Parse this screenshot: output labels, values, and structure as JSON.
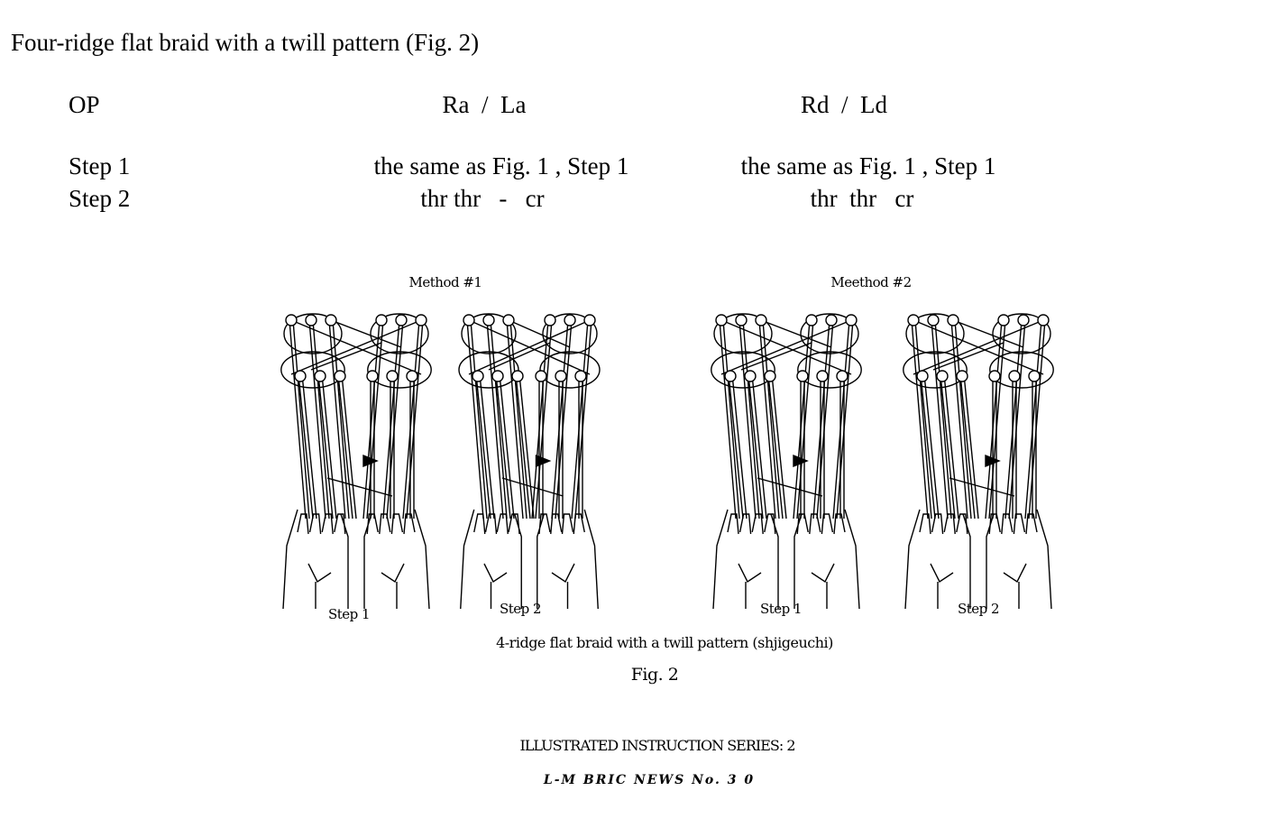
{
  "title": "Four-ridge flat braid with a twill pattern (Fig. 2)",
  "table": {
    "headers": [
      "OP",
      "Ra  /  La",
      "Rd  /  Ld"
    ],
    "rows": [
      {
        "label": "Step 1",
        "ra_la": "the same as Fig. 1 , Step 1",
        "rd_ld": "the same as Fig. 1 , Step 1"
      },
      {
        "label": "Step 2",
        "ra_la": "thr thr   -   cr",
        "rd_ld": "thr  thr   cr"
      }
    ]
  },
  "figure": {
    "methods": [
      "Method #1",
      "Meethod #2"
    ],
    "step_labels": [
      "Step 1",
      "Step 2",
      "Step 1",
      "Step 2"
    ],
    "caption": "4-ridge flat braid with a twill pattern (shjigeuchi)",
    "fig_label": "Fig. 2",
    "series": "ILLUSTRATED INSTRUCTION SERIES: 2",
    "news": "L-M BRIC NEWS No. 3 0"
  }
}
